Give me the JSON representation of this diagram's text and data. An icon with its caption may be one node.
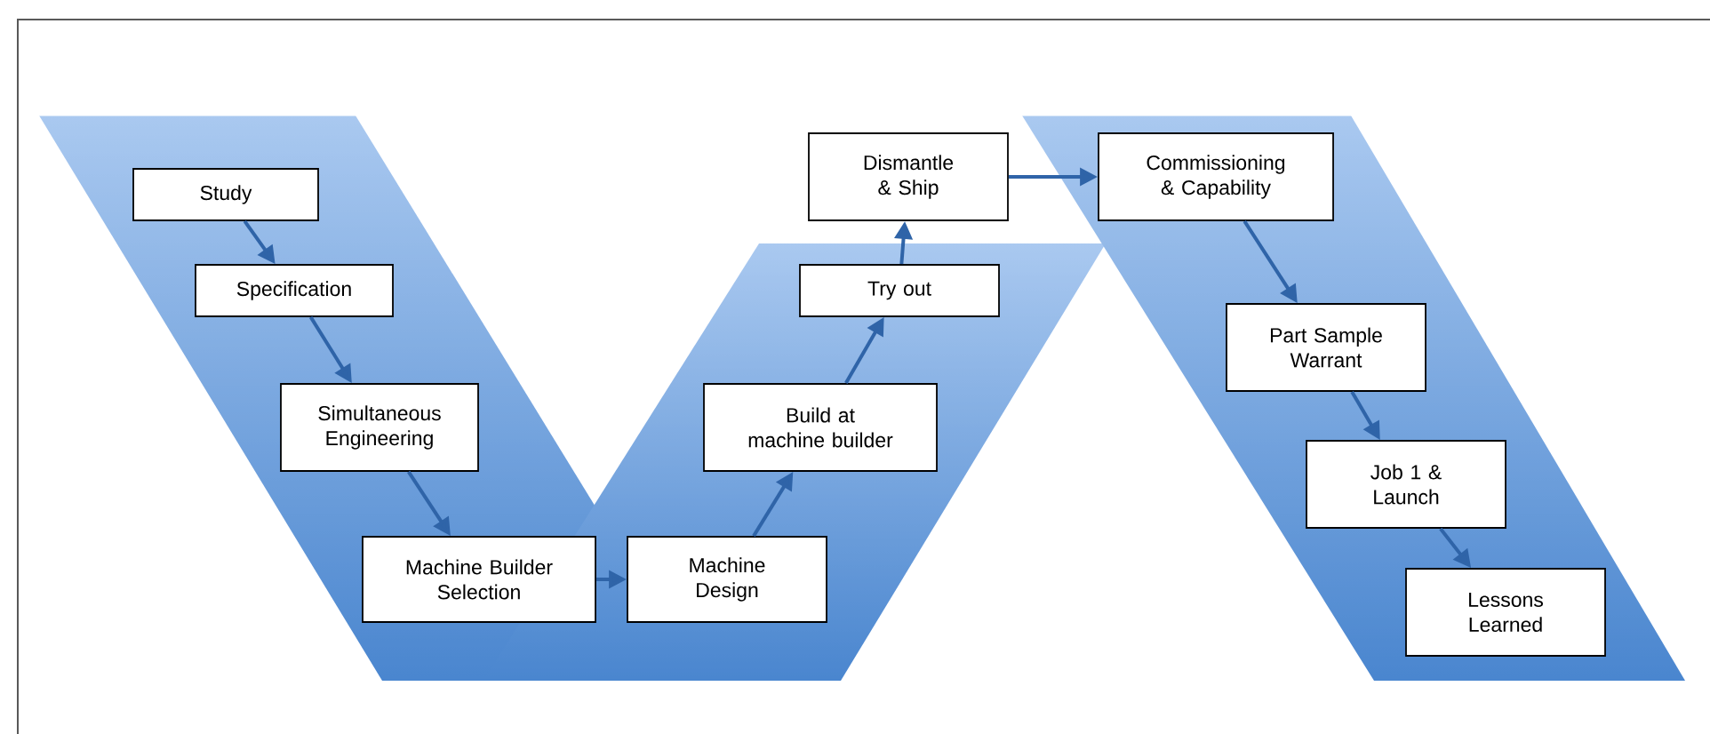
{
  "diagram": {
    "nodes": [
      {
        "text": [
          "Study"
        ]
      },
      {
        "text": [
          "Specification"
        ]
      },
      {
        "text": [
          "Simultaneous Engineering"
        ]
      },
      {
        "text": [
          "Machine Builder Selection"
        ]
      },
      {
        "text": [
          "Machine Design"
        ]
      },
      {
        "text": [
          "Build at machine builder"
        ]
      },
      {
        "text": [
          "Try out"
        ]
      },
      {
        "text": [
          "Dismantle & Ship"
        ]
      },
      {
        "text": [
          "Commissioning & Capability"
        ]
      },
      {
        "text": [
          "Part Sample Warrant"
        ]
      },
      {
        "text": [
          "Job 1 & Launch"
        ]
      },
      {
        "text": [
          "Lessons Learned"
        ]
      }
    ],
    "edges": [
      {
        "from": 0,
        "to": 1,
        "arrow": "to"
      },
      {
        "from": 1,
        "to": 2,
        "arrow": "to"
      },
      {
        "from": 2,
        "to": 3,
        "arrow": "to"
      },
      {
        "from": 3,
        "to": 4,
        "arrow": "to"
      },
      {
        "from": 4,
        "to": 5,
        "arrow": "to"
      },
      {
        "from": 5,
        "to": 6,
        "arrow": "to"
      },
      {
        "from": 6,
        "to": 7,
        "arrow": "to"
      },
      {
        "from": 7,
        "to": 8,
        "arrow": "to"
      },
      {
        "from": 8,
        "to": 9,
        "arrow": "to"
      },
      {
        "from": 9,
        "to": 10,
        "arrow": "to"
      },
      {
        "from": 10,
        "to": 11,
        "arrow": "to"
      }
    ]
  }
}
